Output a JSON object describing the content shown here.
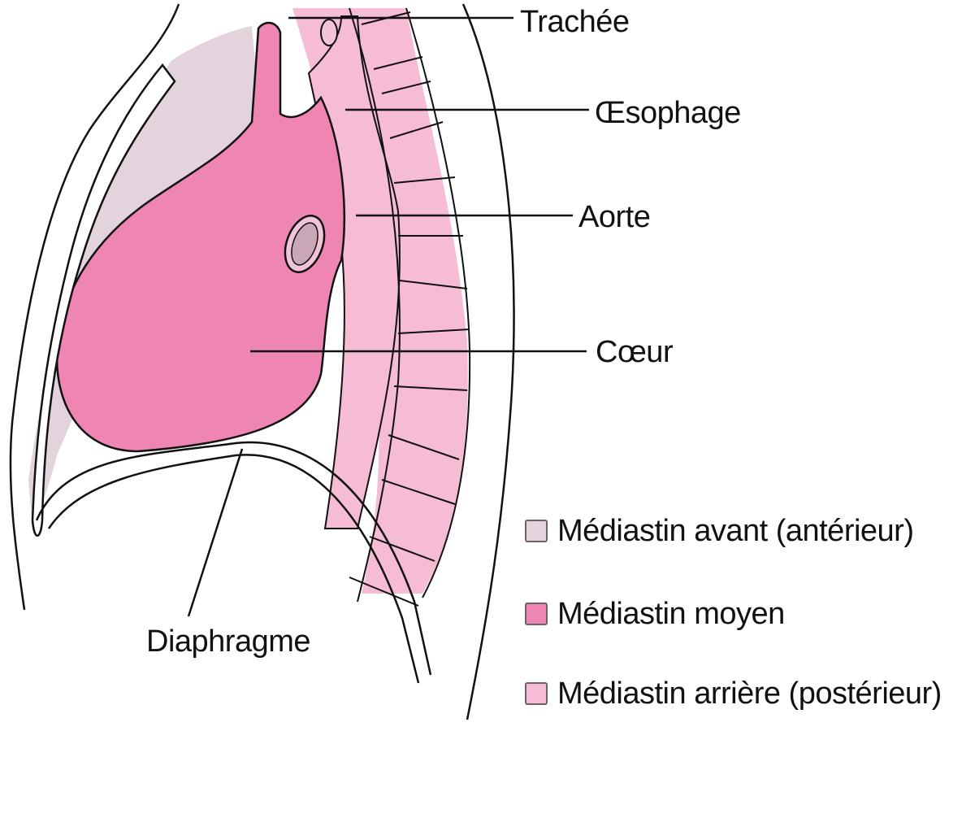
{
  "colors": {
    "anterior": "#e2d3dc",
    "middle": "#ef85b3",
    "posterior": "#f6bcd6",
    "outline": "#111111",
    "background": "#ffffff"
  },
  "labels": {
    "trachea": "Trachée",
    "esophagus": "Œsophage",
    "aorta": "Aorte",
    "heart": "Cœur",
    "diaphragm": "Diaphragme"
  },
  "legend": [
    {
      "label": "Médiastin avant (antérieur)",
      "color": "#e2d3dc"
    },
    {
      "label": "Médiastin moyen",
      "color": "#ef85b3"
    },
    {
      "label": "Médiastin arrière (postérieur)",
      "color": "#f6bcd6"
    }
  ]
}
